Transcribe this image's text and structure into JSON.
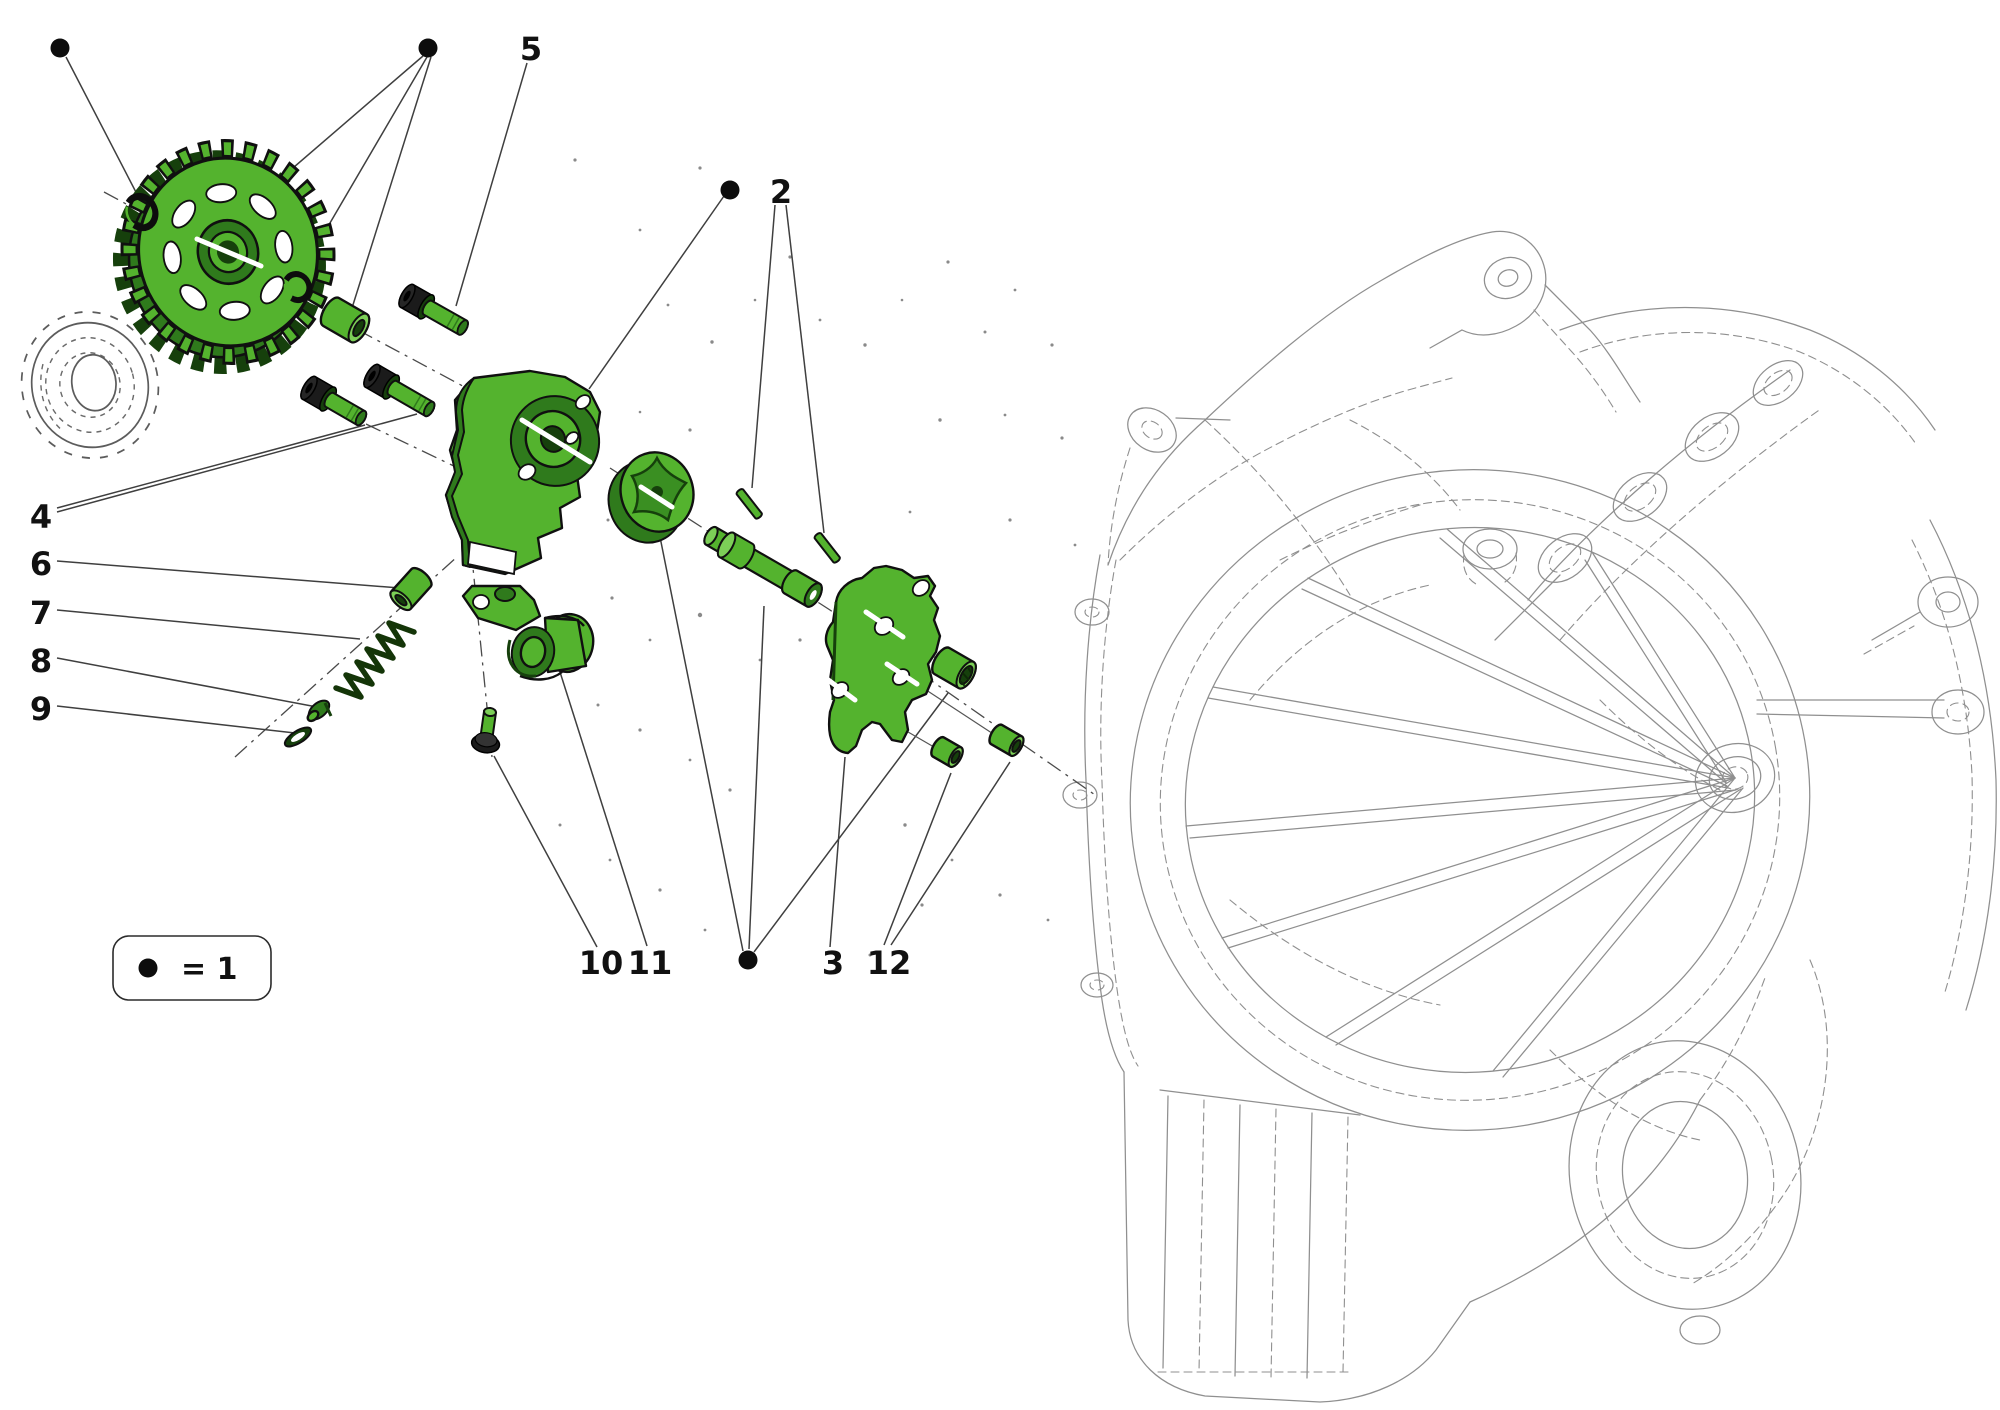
{
  "diagram": {
    "type": "exploded-parts-diagram",
    "legend": {
      "dot_symbol": "●",
      "label": "= 1"
    },
    "callouts": [
      {
        "label": "2",
        "target": "dowel-pins"
      },
      {
        "label": "3",
        "target": "pump-cover-plate"
      },
      {
        "label": "4",
        "target": "mounting-bolts"
      },
      {
        "label": "5",
        "target": "upper-mounting-bolt"
      },
      {
        "label": "6",
        "target": "bypass-plug"
      },
      {
        "label": "7",
        "target": "bypass-spring"
      },
      {
        "label": "8",
        "target": "bypass-valve"
      },
      {
        "label": "9",
        "target": "shim-washer"
      },
      {
        "label": "10",
        "target": "roller-bolt"
      },
      {
        "label": "11",
        "target": "roller-rocker"
      },
      {
        "label": "12",
        "target": "bushings"
      }
    ],
    "parts": [
      "drive-gear",
      "idler-gear-outline",
      "circlip",
      "spacer-bushing",
      "socket-head-bolt",
      "oil-pump-body",
      "pump-rotor-set",
      "pump-shaft",
      "dowel-pin",
      "pump-cover-plate",
      "needle-bearing",
      "bushing",
      "bypass-plug",
      "bypass-spring",
      "bypass-valve",
      "shim-washer",
      "roller-rocker",
      "roller-bolt",
      "gearbox-casing-sketch"
    ],
    "colors": {
      "part_green": "#54b32e",
      "part_green_dark": "#2f7a1c",
      "part_green_deep": "#16400c",
      "outline": "#101010",
      "leader": "#3f3f3f",
      "casing_line": "#8f8f8f",
      "text": "#111111",
      "background": "#ffffff"
    }
  }
}
